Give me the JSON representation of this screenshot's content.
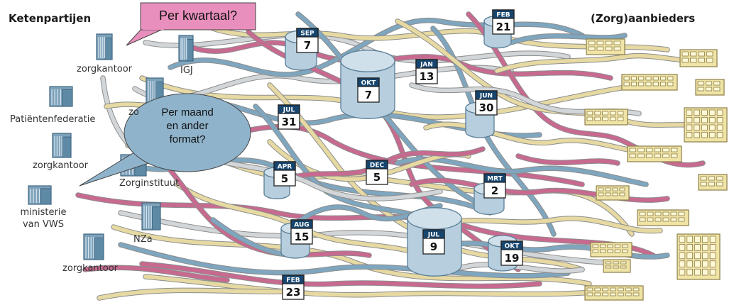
{
  "headings": {
    "left": "Ketenpartijen",
    "right": "(Zorg)aanbieders"
  },
  "parties": {
    "zorgkantoor_top": "zorgkantoor",
    "igj": "IGJ",
    "patientenfederatie": "Patiëntenfederatie",
    "zo_partial": "zo",
    "zorgkantoor_mid": "zorgkantoor",
    "zorginstituut": "Zorginstituut",
    "ministerie": "ministerie\nvan VWS",
    "nza": "NZa",
    "zorgkantoor_bottom": "zorgkantoor"
  },
  "bubbles": {
    "kwartaal": "Per kwartaal?",
    "maand": "Per maand\nen ander\nformat?"
  },
  "calendars": [
    {
      "month": "SEP",
      "day": "7"
    },
    {
      "month": "FEB",
      "day": "21"
    },
    {
      "month": "OKT",
      "day": "7"
    },
    {
      "month": "JAN",
      "day": "13"
    },
    {
      "month": "JUL",
      "day": "31"
    },
    {
      "month": "JUN",
      "day": "30"
    },
    {
      "month": "APR",
      "day": "5"
    },
    {
      "month": "DEC",
      "day": "5"
    },
    {
      "month": "MRT",
      "day": "2"
    },
    {
      "month": "AUG",
      "day": "15"
    },
    {
      "month": "JUL",
      "day": "9"
    },
    {
      "month": "OKT",
      "day": "19"
    },
    {
      "month": "FEB",
      "day": "23"
    }
  ],
  "colors": {
    "pipe_blue": "#7fa6bf",
    "pipe_pink": "#c86a90",
    "pipe_yellow": "#e6d9a2",
    "pipe_grey": "#d2d6d8",
    "building": "#7fa2bb",
    "calendar_header": "#16466f",
    "bubble_pink": "#e98fbd",
    "bubble_blue": "#8fb3cb",
    "provider": "#f0e3a6"
  }
}
